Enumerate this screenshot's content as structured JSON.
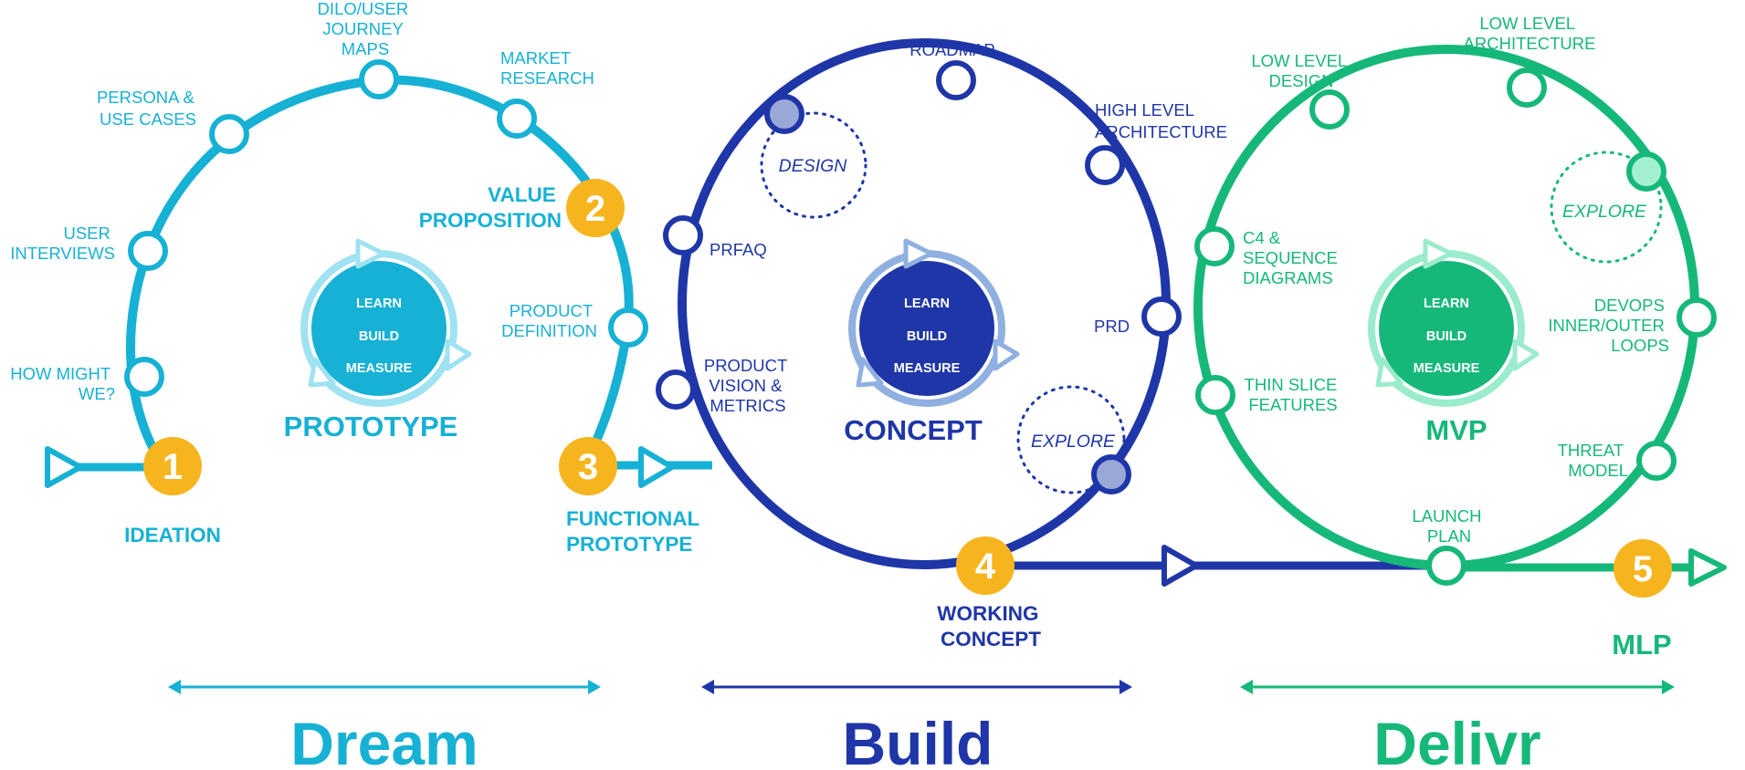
{
  "colors": {
    "dream": "#16b1d4",
    "dream_light": "#9fe2f1",
    "build": "#1f36a8",
    "build_light": "#8fb0e0",
    "build_node_fill": "#9aa8d8",
    "delivr": "#16b879",
    "delivr_light": "#9aeccc",
    "delivr_node_fill": "#a2f0d0",
    "milestone": "#f6b51e"
  },
  "phases": {
    "dream": "Dream",
    "build": "Build",
    "delivr": "Delivr"
  },
  "stages": {
    "prototype": "PROTOTYPE",
    "concept": "CONCEPT",
    "mvp": "MVP"
  },
  "loop_core": {
    "learn": "LEARN",
    "build": "BUILD",
    "measure": "MEASURE"
  },
  "milestones": [
    {
      "number": "1",
      "label_lines": [
        "IDEATION"
      ]
    },
    {
      "number": "2",
      "label_lines": [
        "VALUE",
        "PROPOSITION"
      ]
    },
    {
      "number": "3",
      "label_lines": [
        "FUNCTIONAL",
        "PROTOTYPE"
      ]
    },
    {
      "number": "4",
      "label_lines": [
        "WORKING",
        "CONCEPT"
      ]
    },
    {
      "number": "5",
      "label_lines": [
        "MLP"
      ]
    }
  ],
  "dream_nodes": [
    {
      "lines": [
        "HOW MIGHT",
        "WE?"
      ]
    },
    {
      "lines": [
        "USER",
        "INTERVIEWS"
      ]
    },
    {
      "lines": [
        "PERSONA &",
        "USE CASES"
      ]
    },
    {
      "lines": [
        "DILO/USER",
        "JOURNEY",
        "MAPS"
      ]
    },
    {
      "lines": [
        "MARKET",
        "RESEARCH"
      ]
    },
    {
      "lines": [
        "PRODUCT",
        "DEFINITION"
      ]
    }
  ],
  "build_nodes": [
    {
      "lines": [
        "PRODUCT",
        "VISION &",
        "METRICS"
      ]
    },
    {
      "lines": [
        "PRFAQ"
      ]
    },
    {
      "lines": [
        "ROADMAP"
      ]
    },
    {
      "lines": [
        "HIGH LEVEL",
        "ARCHITECTURE"
      ]
    },
    {
      "lines": [
        "PRD"
      ]
    }
  ],
  "build_subloops": {
    "design": "DESIGN",
    "explore": "EXPLORE"
  },
  "delivr_nodes": [
    {
      "lines": [
        "THIN SLICE",
        "FEATURES"
      ]
    },
    {
      "lines": [
        "C4 &",
        "SEQUENCE",
        "DIAGRAMS"
      ]
    },
    {
      "lines": [
        "LOW LEVEL",
        "DESIGN"
      ]
    },
    {
      "lines": [
        "LOW LEVEL",
        "ARCHITECTURE"
      ]
    },
    {
      "lines": [
        "DEVOPS",
        "INNER/OUTER",
        "LOOPS"
      ]
    },
    {
      "lines": [
        "THREAT",
        "MODEL"
      ]
    },
    {
      "lines": [
        "LAUNCH",
        "PLAN"
      ]
    }
  ],
  "delivr_subloops": {
    "explore": "EXPLORE"
  }
}
